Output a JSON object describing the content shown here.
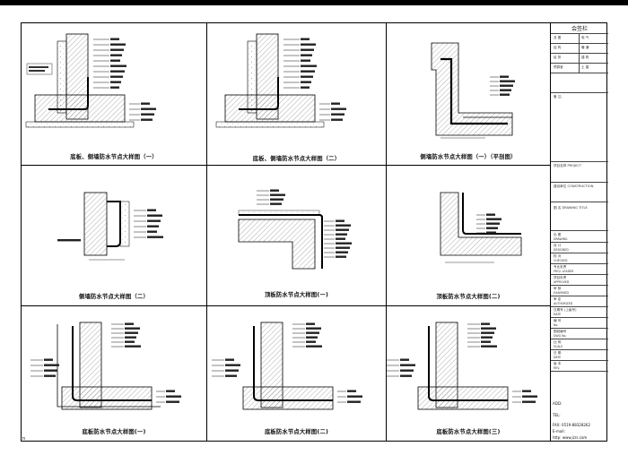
{
  "captions": [
    "底板、侧墙防水节点大样图（一）",
    "底板、侧墙防水节点大样图（二）",
    "侧墙防水节点大样图（一）（平剖图）",
    "侧墙防水节点大样图（二）",
    "顶板防水节点大样图(一)",
    "顶板防水节点大样图(二)",
    "底板防水节点大样图(一)",
    "底板防水节点大样图(二)",
    "底板防水节点大样图(三)"
  ],
  "title_block": {
    "heading": "会签栏",
    "sign_rows": [
      {
        "a": "总 图",
        "b": "电 气"
      },
      {
        "a": "结 构",
        "b": "暖 通"
      },
      {
        "a": "给 排",
        "b": "建 筑"
      },
      {
        "a": "预算室",
        "b": "土 建"
      }
    ],
    "remark_label": "备 注:",
    "project_name": "项目名称 PROJECT",
    "client": "建设单位 CONSTRUCTION",
    "drawing_name": "图 名 DRAWING TITLE",
    "fields": [
      {
        "cn": "出 图",
        "en": "DRAWING"
      },
      {
        "cn": "设 计",
        "en": "DESIGNED"
      },
      {
        "cn": "校 对",
        "en": "CHECKED"
      },
      {
        "cn": "专业负责",
        "en": "PROJ. LEADER"
      },
      {
        "cn": "项目负责",
        "en": "APPROVED"
      },
      {
        "cn": "审 核",
        "en": "EXAMINED"
      },
      {
        "cn": "审 定",
        "en": "AUTHORIZED"
      },
      {
        "cn": "日期号 (上级号)",
        "en": "DATE"
      },
      {
        "cn": "编 号",
        "en": "No."
      },
      {
        "cn": "图纸编号",
        "en": "DWG No."
      },
      {
        "cn": "比 例",
        "en": "SCALE"
      },
      {
        "cn": "日 期",
        "en": "DATE"
      },
      {
        "cn": "版 本",
        "en": "REV."
      }
    ]
  },
  "contact": {
    "add_label": "ADD:",
    "tel_label": "TEL:",
    "fax": "FAX: 0519-88328262",
    "email_label": "E-mail:",
    "website": "http: www.jzrs.com"
  },
  "layout_note": "n"
}
